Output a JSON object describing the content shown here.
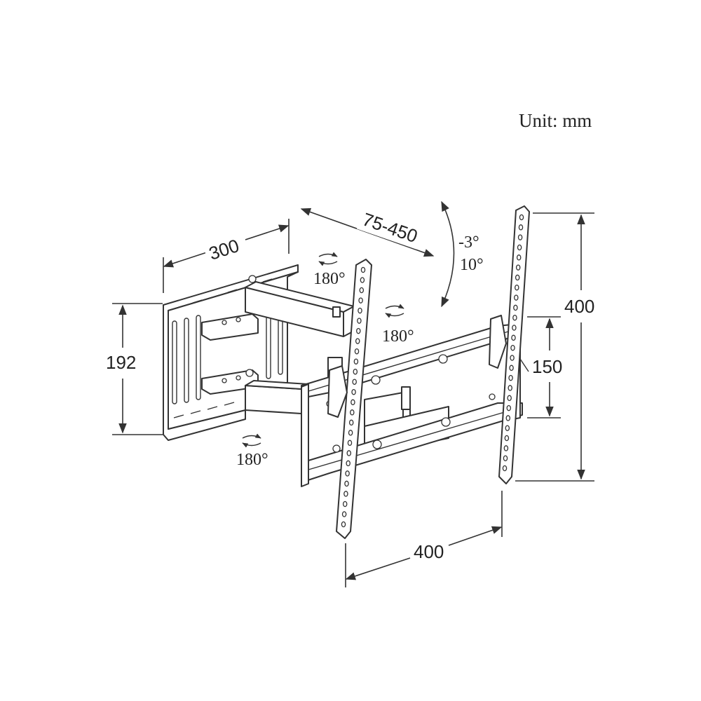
{
  "unit_label": "Unit: mm",
  "dimensions": {
    "arm_length": "300",
    "extension_range": "75-450",
    "wall_plate_height": "192",
    "tilt_up": "-3°",
    "tilt_down": "10°",
    "vertical_spacing": "400",
    "inner_vertical_spacing": "150",
    "horizontal_spacing": "400"
  },
  "rotations": {
    "wall_plate_swivel": "180°",
    "arm_swivel": "180°",
    "head_swivel": "180°"
  },
  "colors": {
    "line": "#333333",
    "background": "#ffffff"
  }
}
